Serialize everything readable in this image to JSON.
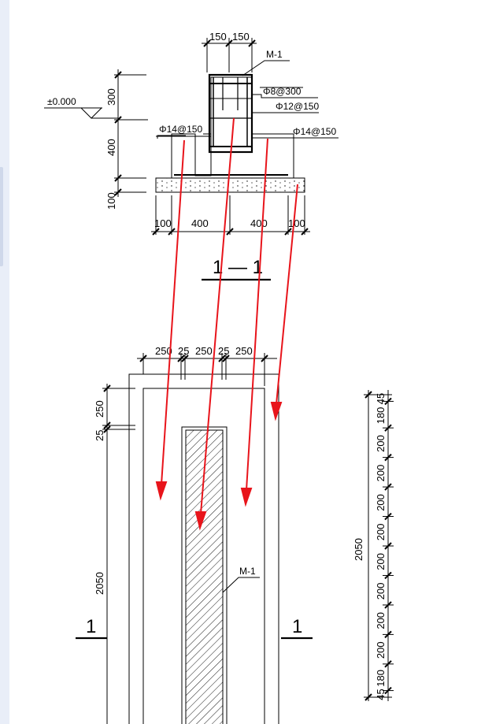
{
  "section": {
    "title_number": "1 — 1",
    "label_m1_top": "M-1",
    "elevation": "±0.000",
    "rebar_top1": "Φ8@300",
    "rebar_top2": "Φ12@150",
    "rebar_left": "Φ14@150",
    "rebar_right": "Φ14@150",
    "dim_top_1": "150",
    "dim_top_2": "150",
    "dim_v_300": "300",
    "dim_v_400": "400",
    "dim_v_100": "100",
    "dim_b_1": "100",
    "dim_b_2": "400",
    "dim_b_3": "400",
    "dim_b_4": "100"
  },
  "plan": {
    "dim_h_1": "250",
    "dim_h_2": "25",
    "dim_h_3": "250",
    "dim_h_4": "25",
    "dim_h_5": "250",
    "dim_v_250": "250",
    "dim_v_25": "25",
    "dim_v_2050": "2050",
    "label_m1": "M-1",
    "cut_left": "1",
    "cut_right": "1"
  },
  "spacing": {
    "total": "2050",
    "segments": [
      "45",
      "180",
      "200",
      "200",
      "200",
      "200",
      "200",
      "200",
      "200",
      "200",
      "180",
      "45"
    ]
  },
  "colors": {
    "line": "#000000",
    "arrow": "#e8141b",
    "side_panel": "#e9eef8"
  }
}
